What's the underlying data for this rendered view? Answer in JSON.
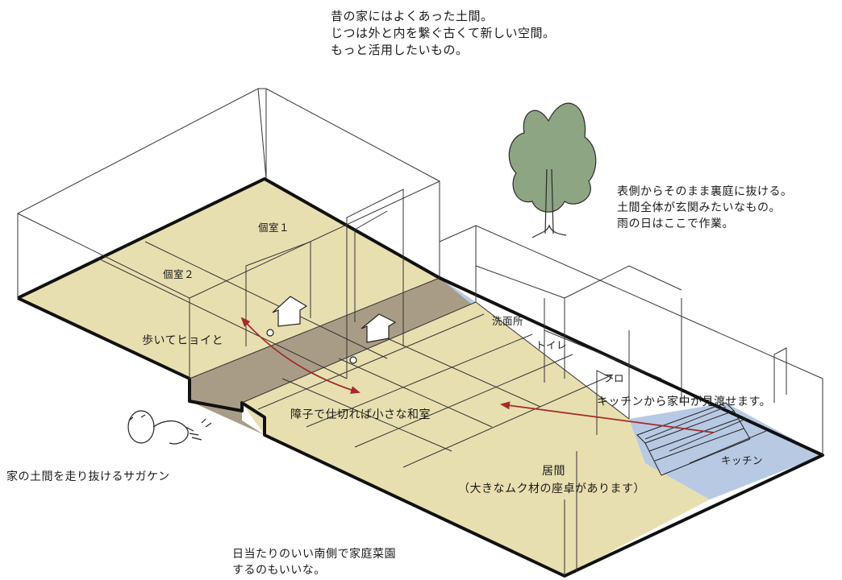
{
  "notes": {
    "top": [
      "昔の家にはよくあった土間。",
      "じつは外と内を繋ぐ古くて新しい空間。",
      "もっと活用したいもの。"
    ],
    "right": [
      "表側からそのまま裏庭に抜ける。",
      "土間全体が玄関みたいなもの。",
      "雨の日はここで作業。"
    ],
    "left": "家の土間を走り抜けるサガケン",
    "bottom": [
      "日当たりのいい南側で家庭菜園",
      "するのもいいな。"
    ]
  },
  "rooms": {
    "room1": "個室１",
    "room2": "個室２",
    "washroom": "洗面所",
    "toilet": "トイレ",
    "bath": "フロ",
    "kitchen": "キッチン",
    "living": "居間",
    "living_note": "（大きなムク材の座卓があります）"
  },
  "annotations": {
    "walk": "歩いてヒョイと",
    "shoji": "障子で仕切れば小さな和室",
    "kitchen_view": "キッチンから家中が見渡せます。"
  },
  "colors": {
    "floor": "#e8dfb0",
    "doma": "#a99c86",
    "wet_area": "#b8c9e3",
    "tree": "#8ea583",
    "arrow": "#a32b2b",
    "outline": "#111111"
  }
}
